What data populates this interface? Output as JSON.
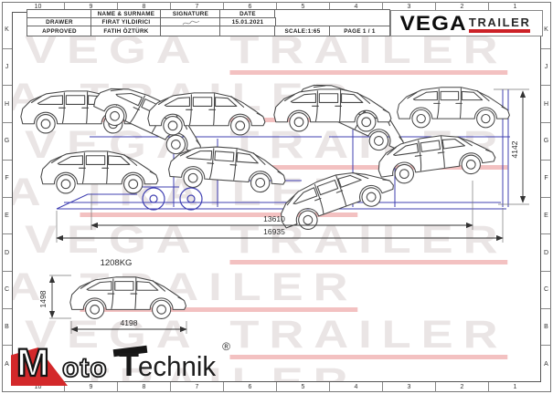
{
  "title_block": {
    "headers": {
      "name": "NAME & SURNAME",
      "signature": "SIGNATURE",
      "date": "DATE"
    },
    "rows": [
      {
        "role": "DRAWER",
        "name": "FIRAT YILDIRICI",
        "date": "15.01.2021"
      },
      {
        "role": "APPROVED",
        "name": "FATIH ÖZTÜRK",
        "date": ""
      }
    ],
    "scale_label": "SCALE:1:65",
    "page_label": "PAGE 1 / 1"
  },
  "brand": {
    "vega": "VEGA",
    "trailer": "TRAILER",
    "accent_red": "#cc2127"
  },
  "watermark": {
    "text_vega": "VEGA",
    "text_trailer": "TRAILER",
    "rows": 8
  },
  "moto_logo": {
    "m": "M",
    "oto": "oto",
    "t": "T",
    "echnik": "echnik",
    "reg": "®",
    "red": "#d3282a"
  },
  "grid": {
    "columns": [
      "10",
      "9",
      "8",
      "7",
      "6",
      "5",
      "4",
      "3",
      "2",
      "1"
    ],
    "rows": [
      "K",
      "J",
      "H",
      "G",
      "F",
      "E",
      "D",
      "C",
      "B",
      "A"
    ]
  },
  "dimensions": {
    "upper_length": "13610",
    "total_length": "16935",
    "height": "4142",
    "car_weight": "1208KG",
    "car_height": "1498",
    "car_length": "4198"
  },
  "drawing": {
    "line_color": "#474747",
    "structure_color": "#4040b2"
  }
}
